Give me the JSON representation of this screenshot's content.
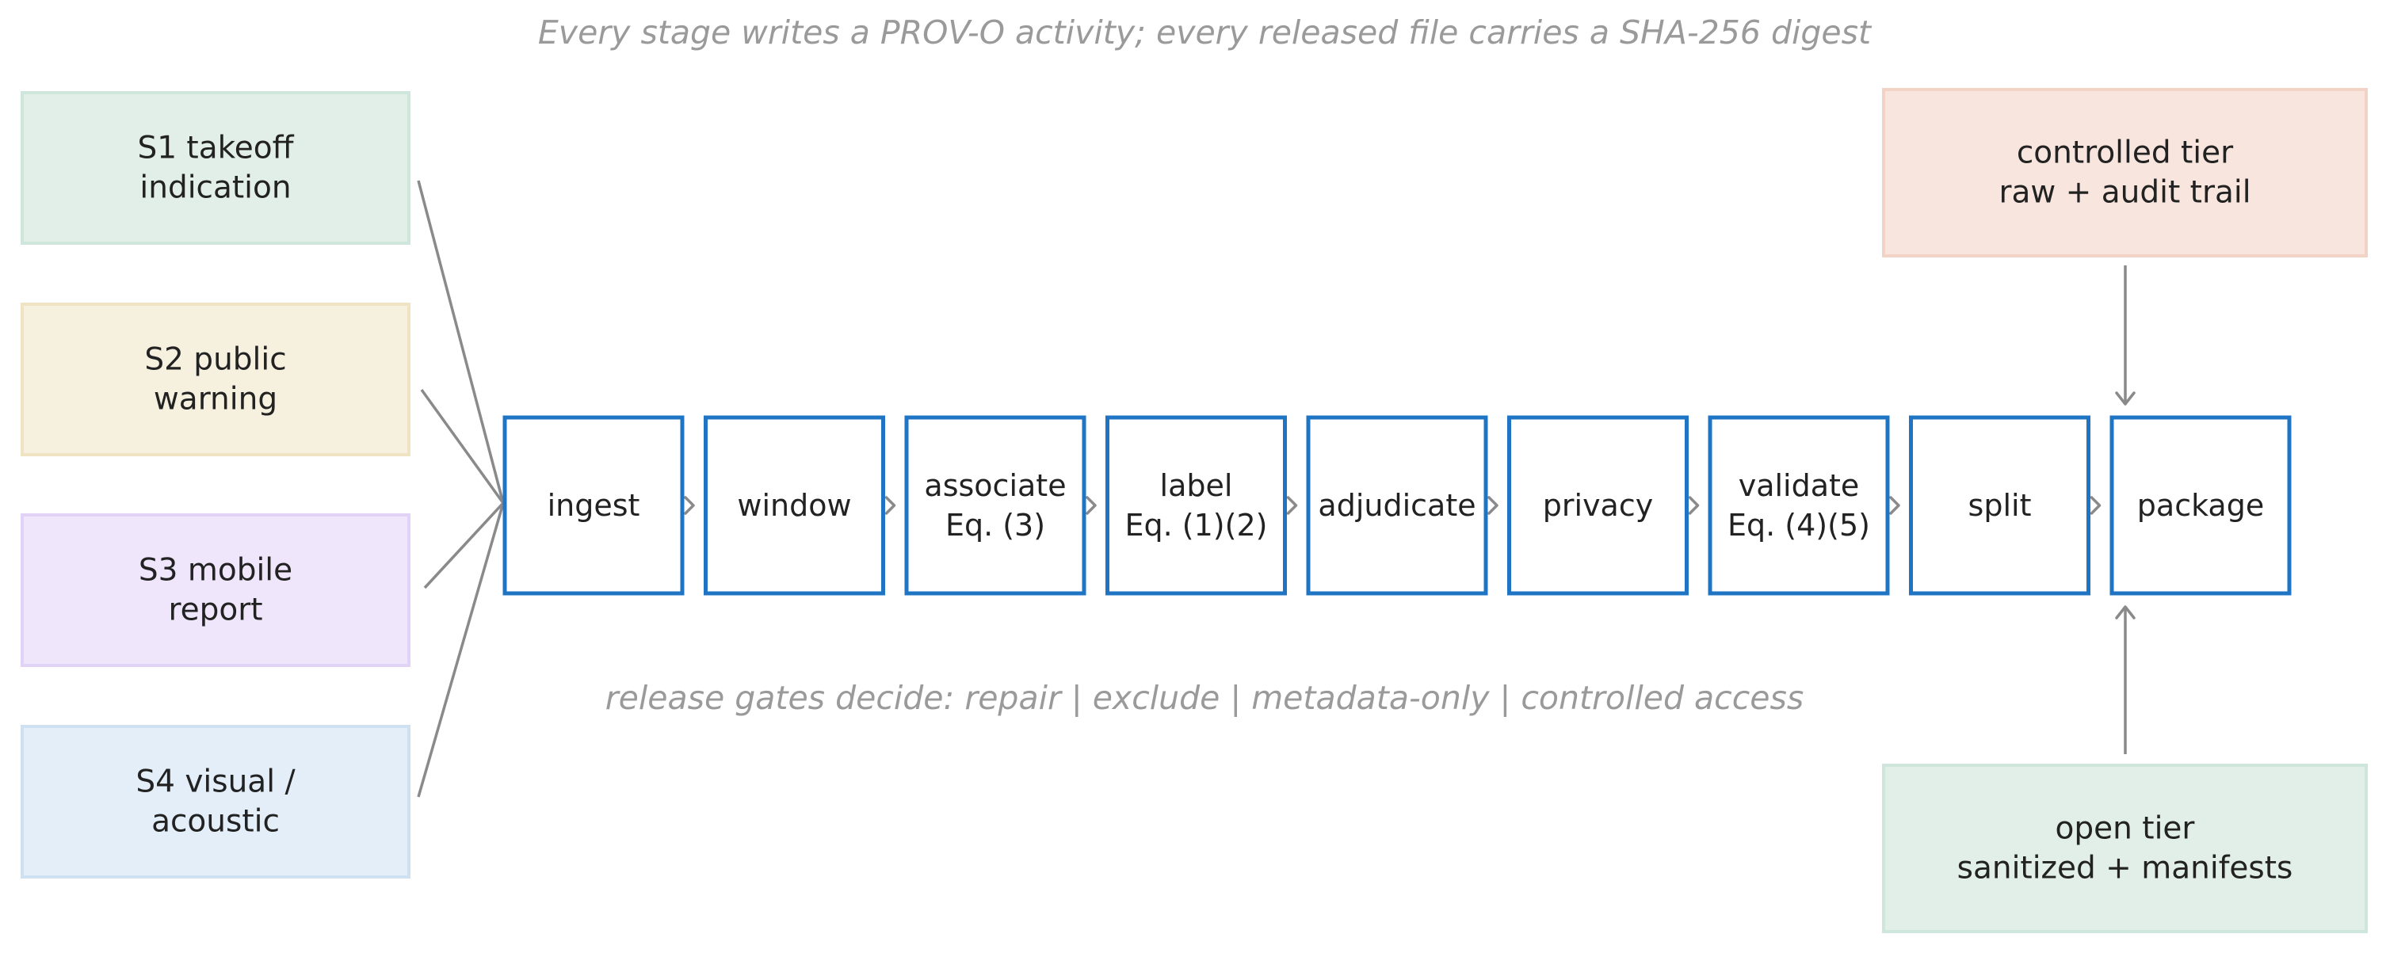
{
  "header_caption": "Every stage writes a PROV-O activity; every released file carries a SHA-256 digest",
  "footer_caption": "release gates decide: repair | exclude | metadata-only | controlled access",
  "sources": [
    {
      "id": "s1",
      "lines": [
        "S1 takeoff",
        "indication"
      ],
      "fill": "#e2efe9",
      "stroke": "#cfe6dc"
    },
    {
      "id": "s2",
      "lines": [
        "S2 public",
        "warning"
      ],
      "fill": "#f6f0df",
      "stroke": "#efe3c3"
    },
    {
      "id": "s3",
      "lines": [
        "S3 mobile",
        "report"
      ],
      "fill": "#efe6fb",
      "stroke": "#e1d3f5"
    },
    {
      "id": "s4",
      "lines": [
        "S4 visual /",
        "acoustic"
      ],
      "fill": "#e3eef8",
      "stroke": "#cfe0f1"
    }
  ],
  "stages": [
    {
      "id": "ingest",
      "lines": [
        "ingest"
      ]
    },
    {
      "id": "window",
      "lines": [
        "window"
      ]
    },
    {
      "id": "associate",
      "lines": [
        "associate",
        "Eq. (3)"
      ]
    },
    {
      "id": "label",
      "lines": [
        "label",
        "Eq. (1)(2)"
      ]
    },
    {
      "id": "adjudicate",
      "lines": [
        "adjudicate"
      ]
    },
    {
      "id": "privacy",
      "lines": [
        "privacy"
      ]
    },
    {
      "id": "validate",
      "lines": [
        "validate",
        "Eq. (4)(5)"
      ]
    },
    {
      "id": "split",
      "lines": [
        "split"
      ]
    },
    {
      "id": "package",
      "lines": [
        "package"
      ]
    }
  ],
  "tiers": {
    "controlled": {
      "lines": [
        "controlled tier",
        "raw + audit trail"
      ],
      "fill": "#f8e6de",
      "stroke": "#f2d3c6"
    },
    "open": {
      "lines": [
        "open tier",
        "sanitized + manifests"
      ],
      "fill": "#e2efe9",
      "stroke": "#cfe6dc"
    }
  },
  "colors": {
    "stage_border": "#1f74c4",
    "edge": "#8a8a8a",
    "caption": "#9a9a9a"
  }
}
